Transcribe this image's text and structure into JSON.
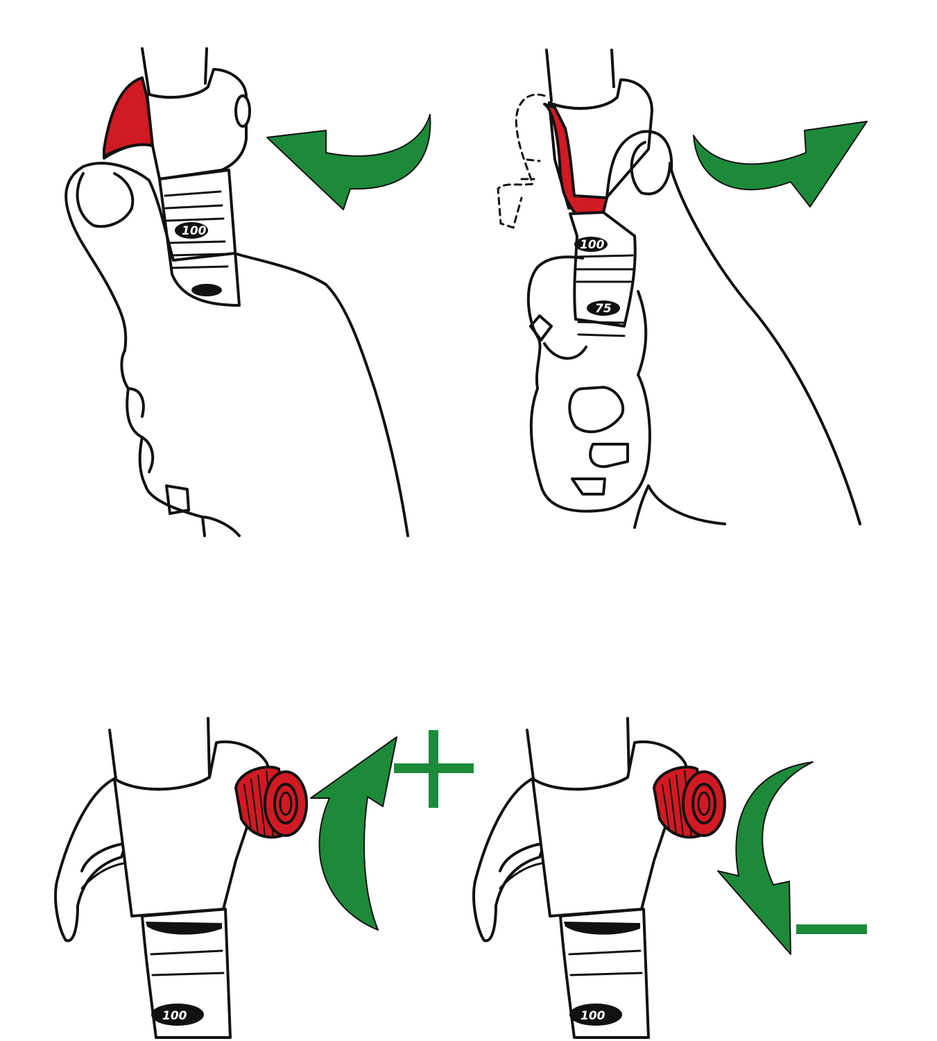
{
  "colors": {
    "arrow_green": "#1d8a3a",
    "lever_red": "#d11a23",
    "outline": "#111111"
  },
  "panels": [
    {
      "id": "lock-lever-closed",
      "scale_labels": [
        "100"
      ]
    },
    {
      "id": "lock-lever-open",
      "scale_labels": [
        "100",
        "75"
      ]
    },
    {
      "id": "adjust-plus",
      "sign": "+",
      "scale_labels": [
        "100"
      ]
    },
    {
      "id": "adjust-minus",
      "sign": "–",
      "scale_labels": [
        "100"
      ]
    }
  ],
  "icons": [
    "curved-arrow-left-icon",
    "curved-arrow-right-icon",
    "curved-arrow-up-icon",
    "curved-arrow-down-icon",
    "red-adjuster-knob-icon"
  ]
}
